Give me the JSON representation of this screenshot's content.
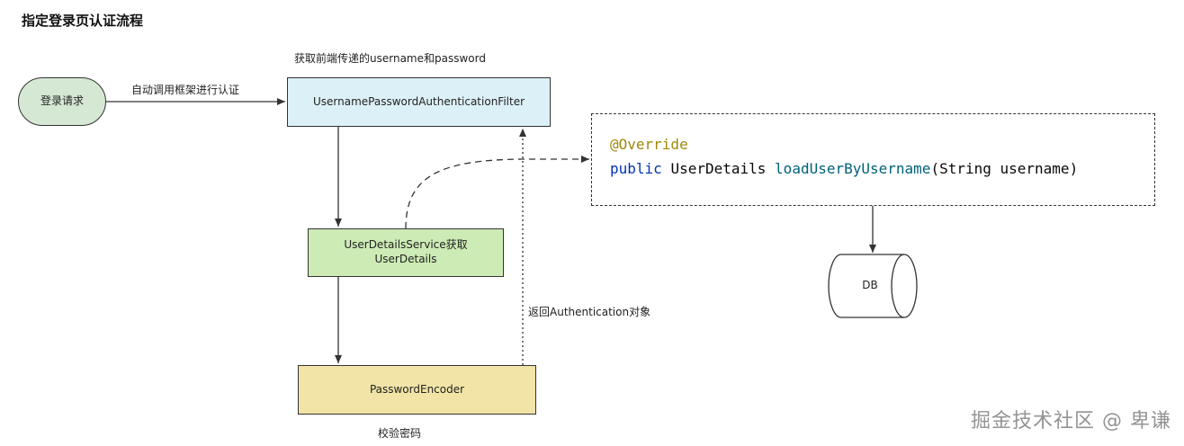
{
  "title": "指定登录页认证流程",
  "nodes": {
    "start": "登录请求",
    "filter": "UsernamePasswordAuthenticationFilter",
    "uds_line1": "UserDetailsService获取",
    "uds_line2": "UserDetails",
    "encoder": "PasswordEncoder",
    "db": "DB"
  },
  "labels": {
    "filter_note": "获取前端传递的username和password",
    "start_edge": "自动调用框架进行认证",
    "return_edge": "返回Authentication对象",
    "encoder_note": "校验密码"
  },
  "code": {
    "annotation": "@Override",
    "keyword": "public",
    "return_type": "UserDetails",
    "method": "loadUserByUsername",
    "params": "(String username)"
  },
  "watermark": "掘金技术社区 @ 卑谦",
  "colors": {
    "start_fill": "#d5e8d4",
    "filter_fill": "#dcf1f7",
    "uds_fill": "#cdebb5",
    "encoder_fill": "#f1e4a6"
  }
}
